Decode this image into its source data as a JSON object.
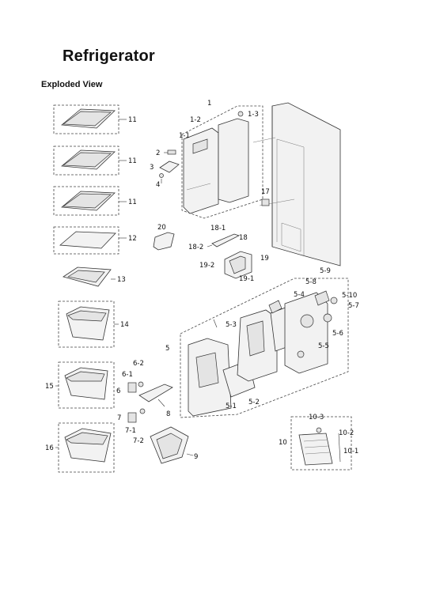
{
  "page": {
    "title": "Refrigerator",
    "subtitle": "Exploded View"
  },
  "callouts": {
    "c1": "1",
    "c1_1": "1-1",
    "c1_2": "1-2",
    "c1_3": "1-3",
    "c2": "2",
    "c3": "3",
    "c4": "4",
    "c5": "5",
    "c5_1": "5-1",
    "c5_2": "5-2",
    "c5_3": "5-3",
    "c5_4": "5-4",
    "c5_5": "5-5",
    "c5_6": "5-6",
    "c5_7": "5-7",
    "c5_8": "5-8",
    "c5_9": "5-9",
    "c5_10": "5-10",
    "c6": "6",
    "c6_1": "6-1",
    "c6_2": "6-2",
    "c7": "7",
    "c7_1": "7-1",
    "c7_2": "7-2",
    "c8": "8",
    "c9": "9",
    "c10": "10",
    "c10_1": "10-1",
    "c10_2": "10-2",
    "c10_3": "10-3",
    "c11a": "11",
    "c11b": "11",
    "c11c": "11",
    "c12": "12",
    "c13": "13",
    "c14": "14",
    "c15": "15",
    "c16": "16",
    "c17": "17",
    "c18": "18",
    "c18_1": "18-1",
    "c18_2": "18-2",
    "c19": "19",
    "c19_1": "19-1",
    "c19_2": "19-2",
    "c20": "20"
  }
}
